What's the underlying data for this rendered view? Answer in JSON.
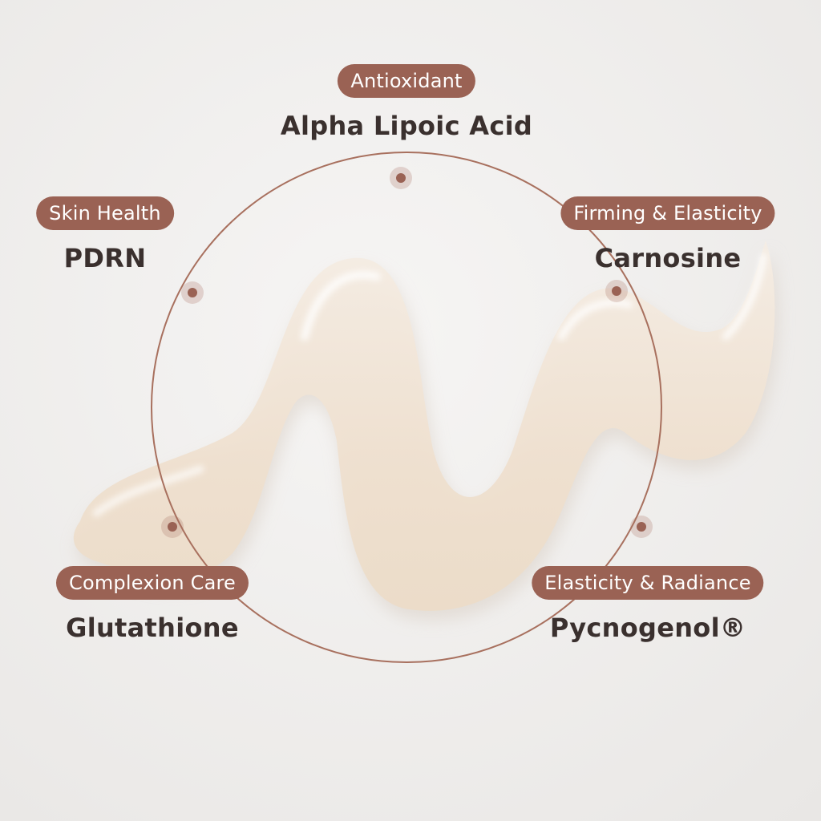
{
  "theme": {
    "accent": "#9a6254",
    "ring": "#a8705e",
    "text": "#3a302e",
    "background": "#efedeb"
  },
  "decor": {
    "shape": "cream-swirl",
    "ring": "orbit-circle"
  },
  "ingredients": [
    {
      "benefit": "Antioxidant",
      "name": "Alpha Lipoic Acid"
    },
    {
      "benefit": "Skin Health",
      "name": "PDRN"
    },
    {
      "benefit": "Firming & Elasticity",
      "name": "Carnosine"
    },
    {
      "benefit": "Complexion Care",
      "name": "Glutathione"
    },
    {
      "benefit": "Elasticity & Radiance",
      "name": "Pycnogenol®"
    }
  ]
}
